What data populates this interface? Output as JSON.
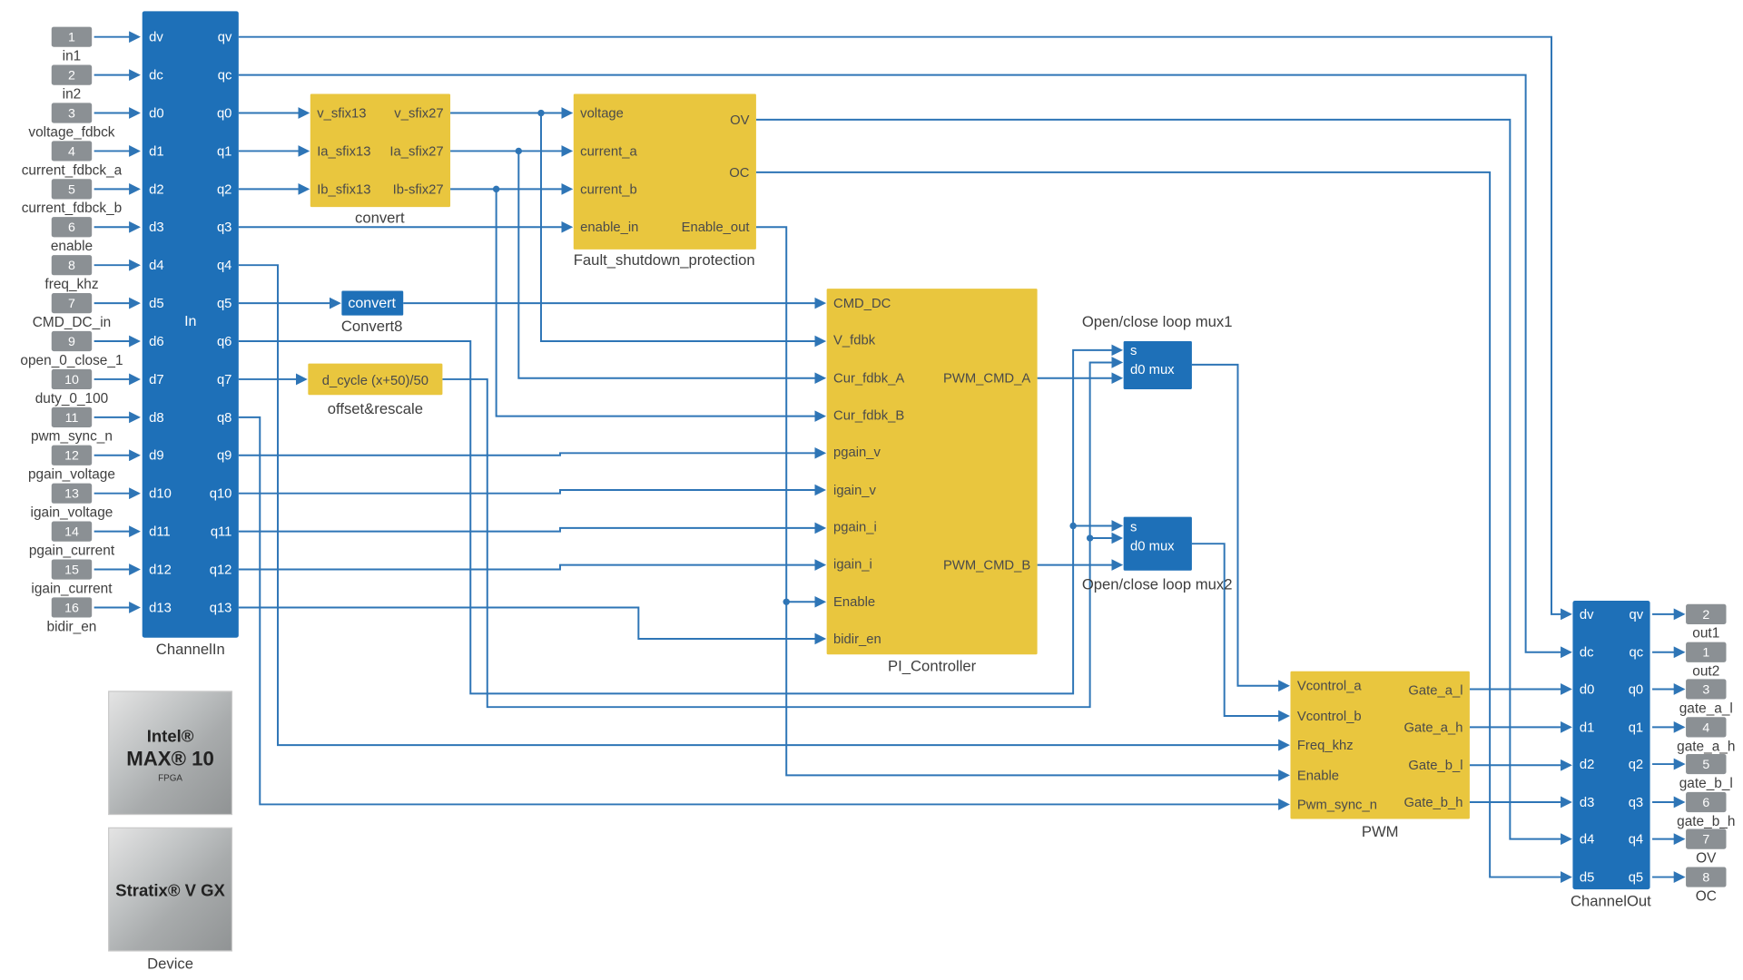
{
  "colors": {
    "block_blue": "#1e70b8",
    "block_yellow": "#e9c63e",
    "wire": "#2e75b6",
    "port_gray": "#8b9094"
  },
  "inputs": [
    {
      "num": "1",
      "label": "in1"
    },
    {
      "num": "2",
      "label": "in2"
    },
    {
      "num": "3",
      "label": "voltage_fdbck"
    },
    {
      "num": "4",
      "label": "current_fdbck_a"
    },
    {
      "num": "5",
      "label": "current_fdbck_b"
    },
    {
      "num": "6",
      "label": "enable"
    },
    {
      "num": "8",
      "label": "freq_khz"
    },
    {
      "num": "7",
      "label": "CMD_DC_in"
    },
    {
      "num": "9",
      "label": "open_0_close_1"
    },
    {
      "num": "10",
      "label": "duty_0_100"
    },
    {
      "num": "11",
      "label": "pwm_sync_n"
    },
    {
      "num": "12",
      "label": "pgain_voltage"
    },
    {
      "num": "13",
      "label": "igain_voltage"
    },
    {
      "num": "14",
      "label": "pgain_current"
    },
    {
      "num": "15",
      "label": "igain_current"
    },
    {
      "num": "16",
      "label": "bidir_en"
    }
  ],
  "outputs": [
    {
      "num": "2",
      "label": "out1"
    },
    {
      "num": "1",
      "label": "out2"
    },
    {
      "num": "3",
      "label": "gate_a_l"
    },
    {
      "num": "4",
      "label": "gate_a_h"
    },
    {
      "num": "5",
      "label": "gate_b_l"
    },
    {
      "num": "6",
      "label": "gate_b_h"
    },
    {
      "num": "7",
      "label": "OV"
    },
    {
      "num": "8",
      "label": "OC"
    }
  ],
  "channel_in": {
    "caption": "ChannelIn",
    "inner": "In",
    "left": [
      "dv",
      "dc",
      "d0",
      "d1",
      "d2",
      "d3",
      "d4",
      "d5",
      "d6",
      "d7",
      "d8",
      "d9",
      "d10",
      "d11",
      "d12",
      "d13"
    ],
    "right": [
      "qv",
      "qc",
      "q0",
      "q1",
      "q2",
      "q3",
      "q4",
      "q5",
      "q6",
      "q7",
      "q8",
      "q9",
      "q10",
      "q11",
      "q12",
      "q13"
    ]
  },
  "convert": {
    "caption": "convert",
    "left": [
      "v_sfix13",
      "Ia_sfix13",
      "Ib_sfix13"
    ],
    "right": [
      "v_sfix27",
      "Ia_sfix27",
      "Ib-sfix27"
    ]
  },
  "fault": {
    "caption": "Fault_shutdown_protection",
    "left": [
      "voltage",
      "current_a",
      "current_b",
      "enable_in"
    ],
    "right": [
      "OV",
      "OC",
      "Enable_out"
    ]
  },
  "convert8": {
    "caption": "Convert8",
    "inner": "convert"
  },
  "offset": {
    "caption": "offset&rescale",
    "inner": "d_cycle (x+50)/50"
  },
  "pi": {
    "caption": "PI_Controller",
    "left": [
      "CMD_DC",
      "V_fdbk",
      "Cur_fdbk_A",
      "Cur_fdbk_B",
      "pgain_v",
      "igain_v",
      "pgain_i",
      "igain_i",
      "Enable",
      "bidir_en"
    ],
    "right": [
      "PWM_CMD_A",
      "PWM_CMD_B"
    ]
  },
  "mux1": {
    "caption": "Open/close loop mux1",
    "s": "s",
    "d0": "d0 mux"
  },
  "mux2": {
    "caption": "Open/close loop mux2",
    "s": "s",
    "d0": "d0 mux"
  },
  "pwm": {
    "caption": "PWM",
    "left": [
      "Vcontrol_a",
      "Vcontrol_b",
      "Freq_khz",
      "Enable",
      "Pwm_sync_n"
    ],
    "right": [
      "Gate_a_l",
      "Gate_a_h",
      "Gate_b_l",
      "Gate_b_h"
    ]
  },
  "channel_out": {
    "caption": "ChannelOut",
    "left": [
      "dv",
      "dc",
      "d0",
      "d1",
      "d2",
      "d3",
      "d4",
      "d5"
    ],
    "right": [
      "qv",
      "qc",
      "q0",
      "q1",
      "q2",
      "q3",
      "q4",
      "q5"
    ]
  },
  "chips": {
    "line1": "Intel®",
    "line2": "MAX® 10",
    "line3": "FPGA",
    "stratix": "Stratix® V GX",
    "caption": "Device"
  }
}
